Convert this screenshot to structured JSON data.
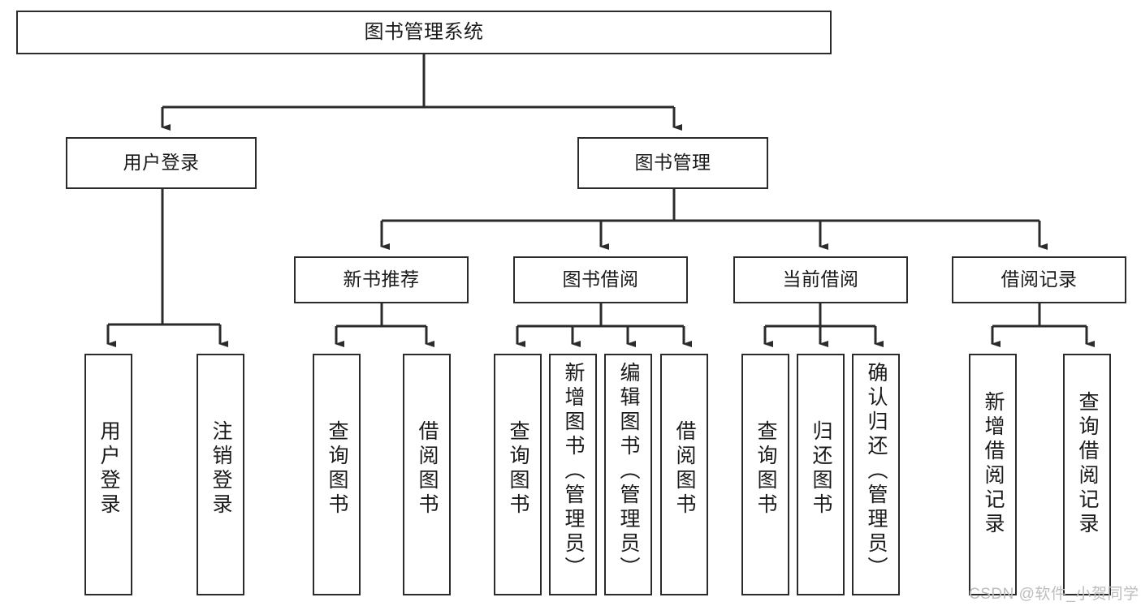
{
  "diagram": {
    "title": "图书管理系统",
    "type": "tree-hierarchy",
    "watermark": "CSDN @软件_小贺同学",
    "colors": {
      "stroke": "#2b2b2b",
      "fill": "#ffffff",
      "text": "#1a1a1a",
      "watermark": "#bdbdbd"
    },
    "nodes": {
      "root": {
        "label": "图书管理系统"
      },
      "level2": [
        {
          "id": "user-login",
          "label": "用户登录"
        },
        {
          "id": "book-manage",
          "label": "图书管理"
        }
      ],
      "level3": [
        {
          "id": "new-book-recommend",
          "label": "新书推荐"
        },
        {
          "id": "book-borrow",
          "label": "图书借阅"
        },
        {
          "id": "current-borrow",
          "label": "当前借阅"
        },
        {
          "id": "borrow-record",
          "label": "借阅记录"
        }
      ],
      "leaves": [
        {
          "id": "leaf-user-login",
          "label": "用户登录",
          "parent": "user-login"
        },
        {
          "id": "leaf-user-logout",
          "label": "注销登录",
          "parent": "user-login"
        },
        {
          "id": "leaf-query-book-1",
          "label": "查询图书",
          "parent": "new-book-recommend"
        },
        {
          "id": "leaf-borrow-book-1",
          "label": "借阅图书",
          "parent": "new-book-recommend"
        },
        {
          "id": "leaf-query-book-2",
          "label": "查询图书",
          "parent": "book-borrow"
        },
        {
          "id": "leaf-add-book",
          "label": "新增图书（管理员）",
          "parent": "book-borrow"
        },
        {
          "id": "leaf-edit-book",
          "label": "编辑图书（管理员）",
          "parent": "book-borrow"
        },
        {
          "id": "leaf-borrow-book-2",
          "label": "借阅图书",
          "parent": "book-borrow"
        },
        {
          "id": "leaf-query-book-3",
          "label": "查询图书",
          "parent": "current-borrow"
        },
        {
          "id": "leaf-return-book",
          "label": "归还图书",
          "parent": "current-borrow"
        },
        {
          "id": "leaf-confirm-return",
          "label": "确认归还（管理员）",
          "parent": "current-borrow"
        },
        {
          "id": "leaf-add-record",
          "label": "新增借阅记录",
          "parent": "borrow-record"
        },
        {
          "id": "leaf-query-record",
          "label": "查询借阅记录",
          "parent": "borrow-record"
        }
      ]
    }
  }
}
